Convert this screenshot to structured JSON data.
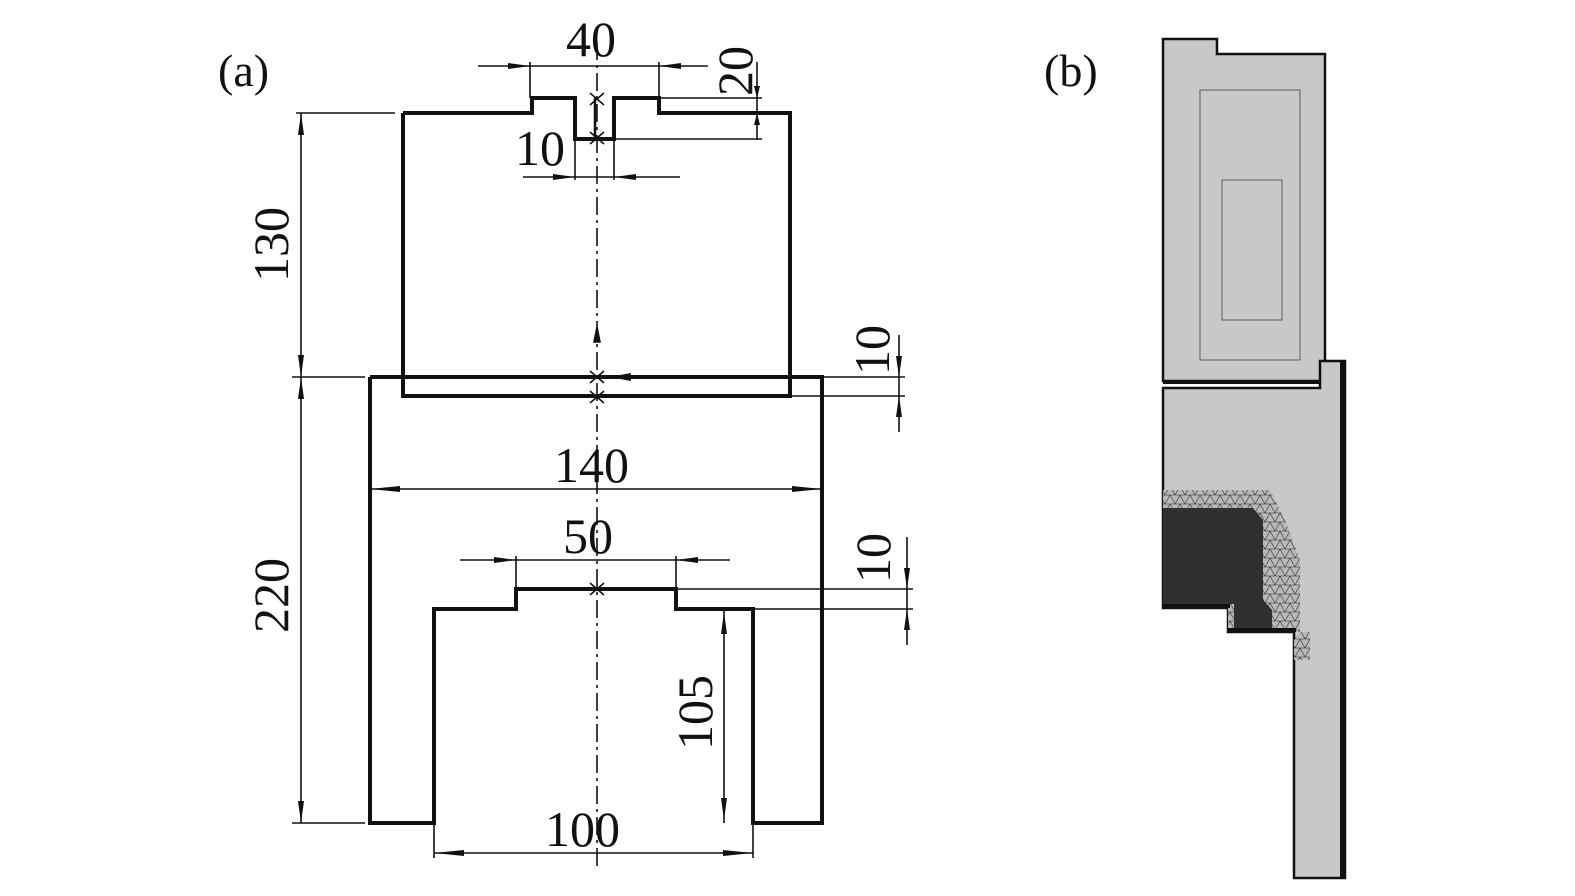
{
  "panels": {
    "a": {
      "label": "(a)"
    },
    "b": {
      "label": "(b)"
    }
  },
  "dimensions": {
    "top_width": "40",
    "top_step": "20",
    "slot_width": "10",
    "upper_height": "130",
    "gap": "10",
    "lower_width": "140",
    "inner_top_width": "50",
    "inner_step": "10",
    "lower_height": "220",
    "inner_depth": "105",
    "bottom_width": "100"
  },
  "colors": {
    "line": "#111111",
    "mesh_fill": "#c8c8c8",
    "mesh_dense": "#303030"
  }
}
